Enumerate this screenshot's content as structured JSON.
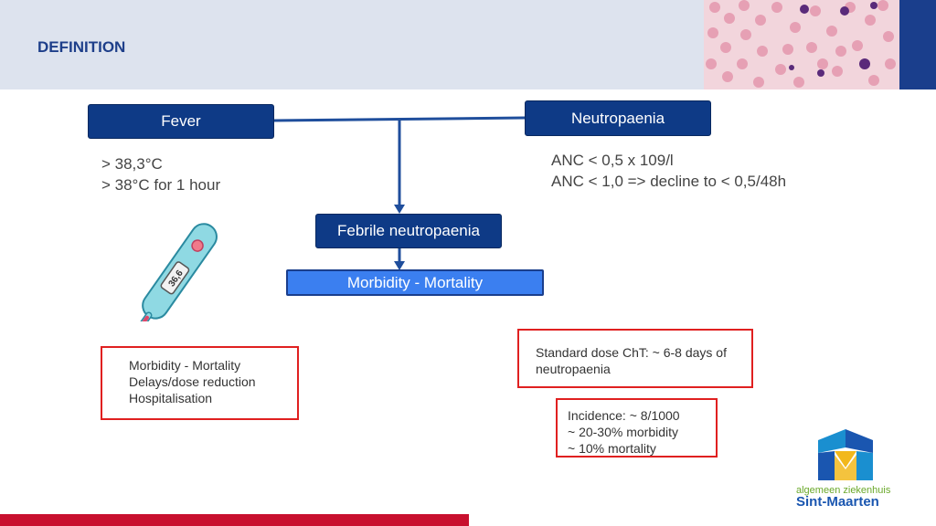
{
  "header": {
    "title": "DEFINITION"
  },
  "boxes": {
    "fever": "Fever",
    "neutropaenia": "Neutropaenia",
    "febrile": "Febrile neutropaenia",
    "morbidity": "Morbidity - Mortality"
  },
  "fever_criteria": [
    "> 38,3°C",
    "> 38°C for 1 hour"
  ],
  "neutropaenia_criteria": [
    "ANC < 0,5 x 109/l",
    "ANC < 1,0 => decline to < 0,5/48h"
  ],
  "thermometer": {
    "reading": "36,6"
  },
  "consequences": [
    "Morbidity - Mortality",
    "Delays/dose reduction",
    "Hospitalisation"
  ],
  "standard_dose": [
    "Standard dose ChT: ~ 6-8 days of",
    "neutropaenia"
  ],
  "incidence": [
    "Incidence: ~ 8/1000",
    "~ 20-30% morbidity",
    "~ 10% mortality"
  ],
  "logo": {
    "line1": "algemeen ziekenhuis",
    "line2": "Sint-Maarten"
  },
  "colors": {
    "dark_blue": "#0e3a86",
    "light_blue": "#3b7ff0",
    "red": "#e02020",
    "header_bg": "#dde3ee"
  }
}
